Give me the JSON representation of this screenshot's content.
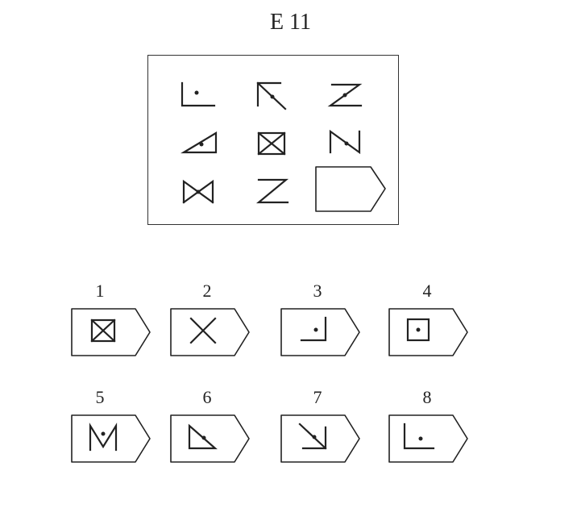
{
  "title": "E 11",
  "options": [
    {
      "number": "1",
      "figure": "square-with-x"
    },
    {
      "number": "2",
      "figure": "x"
    },
    {
      "number": "3",
      "figure": "mirrored-corner-with-dot"
    },
    {
      "number": "4",
      "figure": "square-with-dot"
    },
    {
      "number": "5",
      "figure": "m-with-dot"
    },
    {
      "number": "6",
      "figure": "triangle-with-dot"
    },
    {
      "number": "7",
      "figure": "diagonal-arrow-corner"
    },
    {
      "number": "8",
      "figure": "corner-with-dot"
    }
  ]
}
